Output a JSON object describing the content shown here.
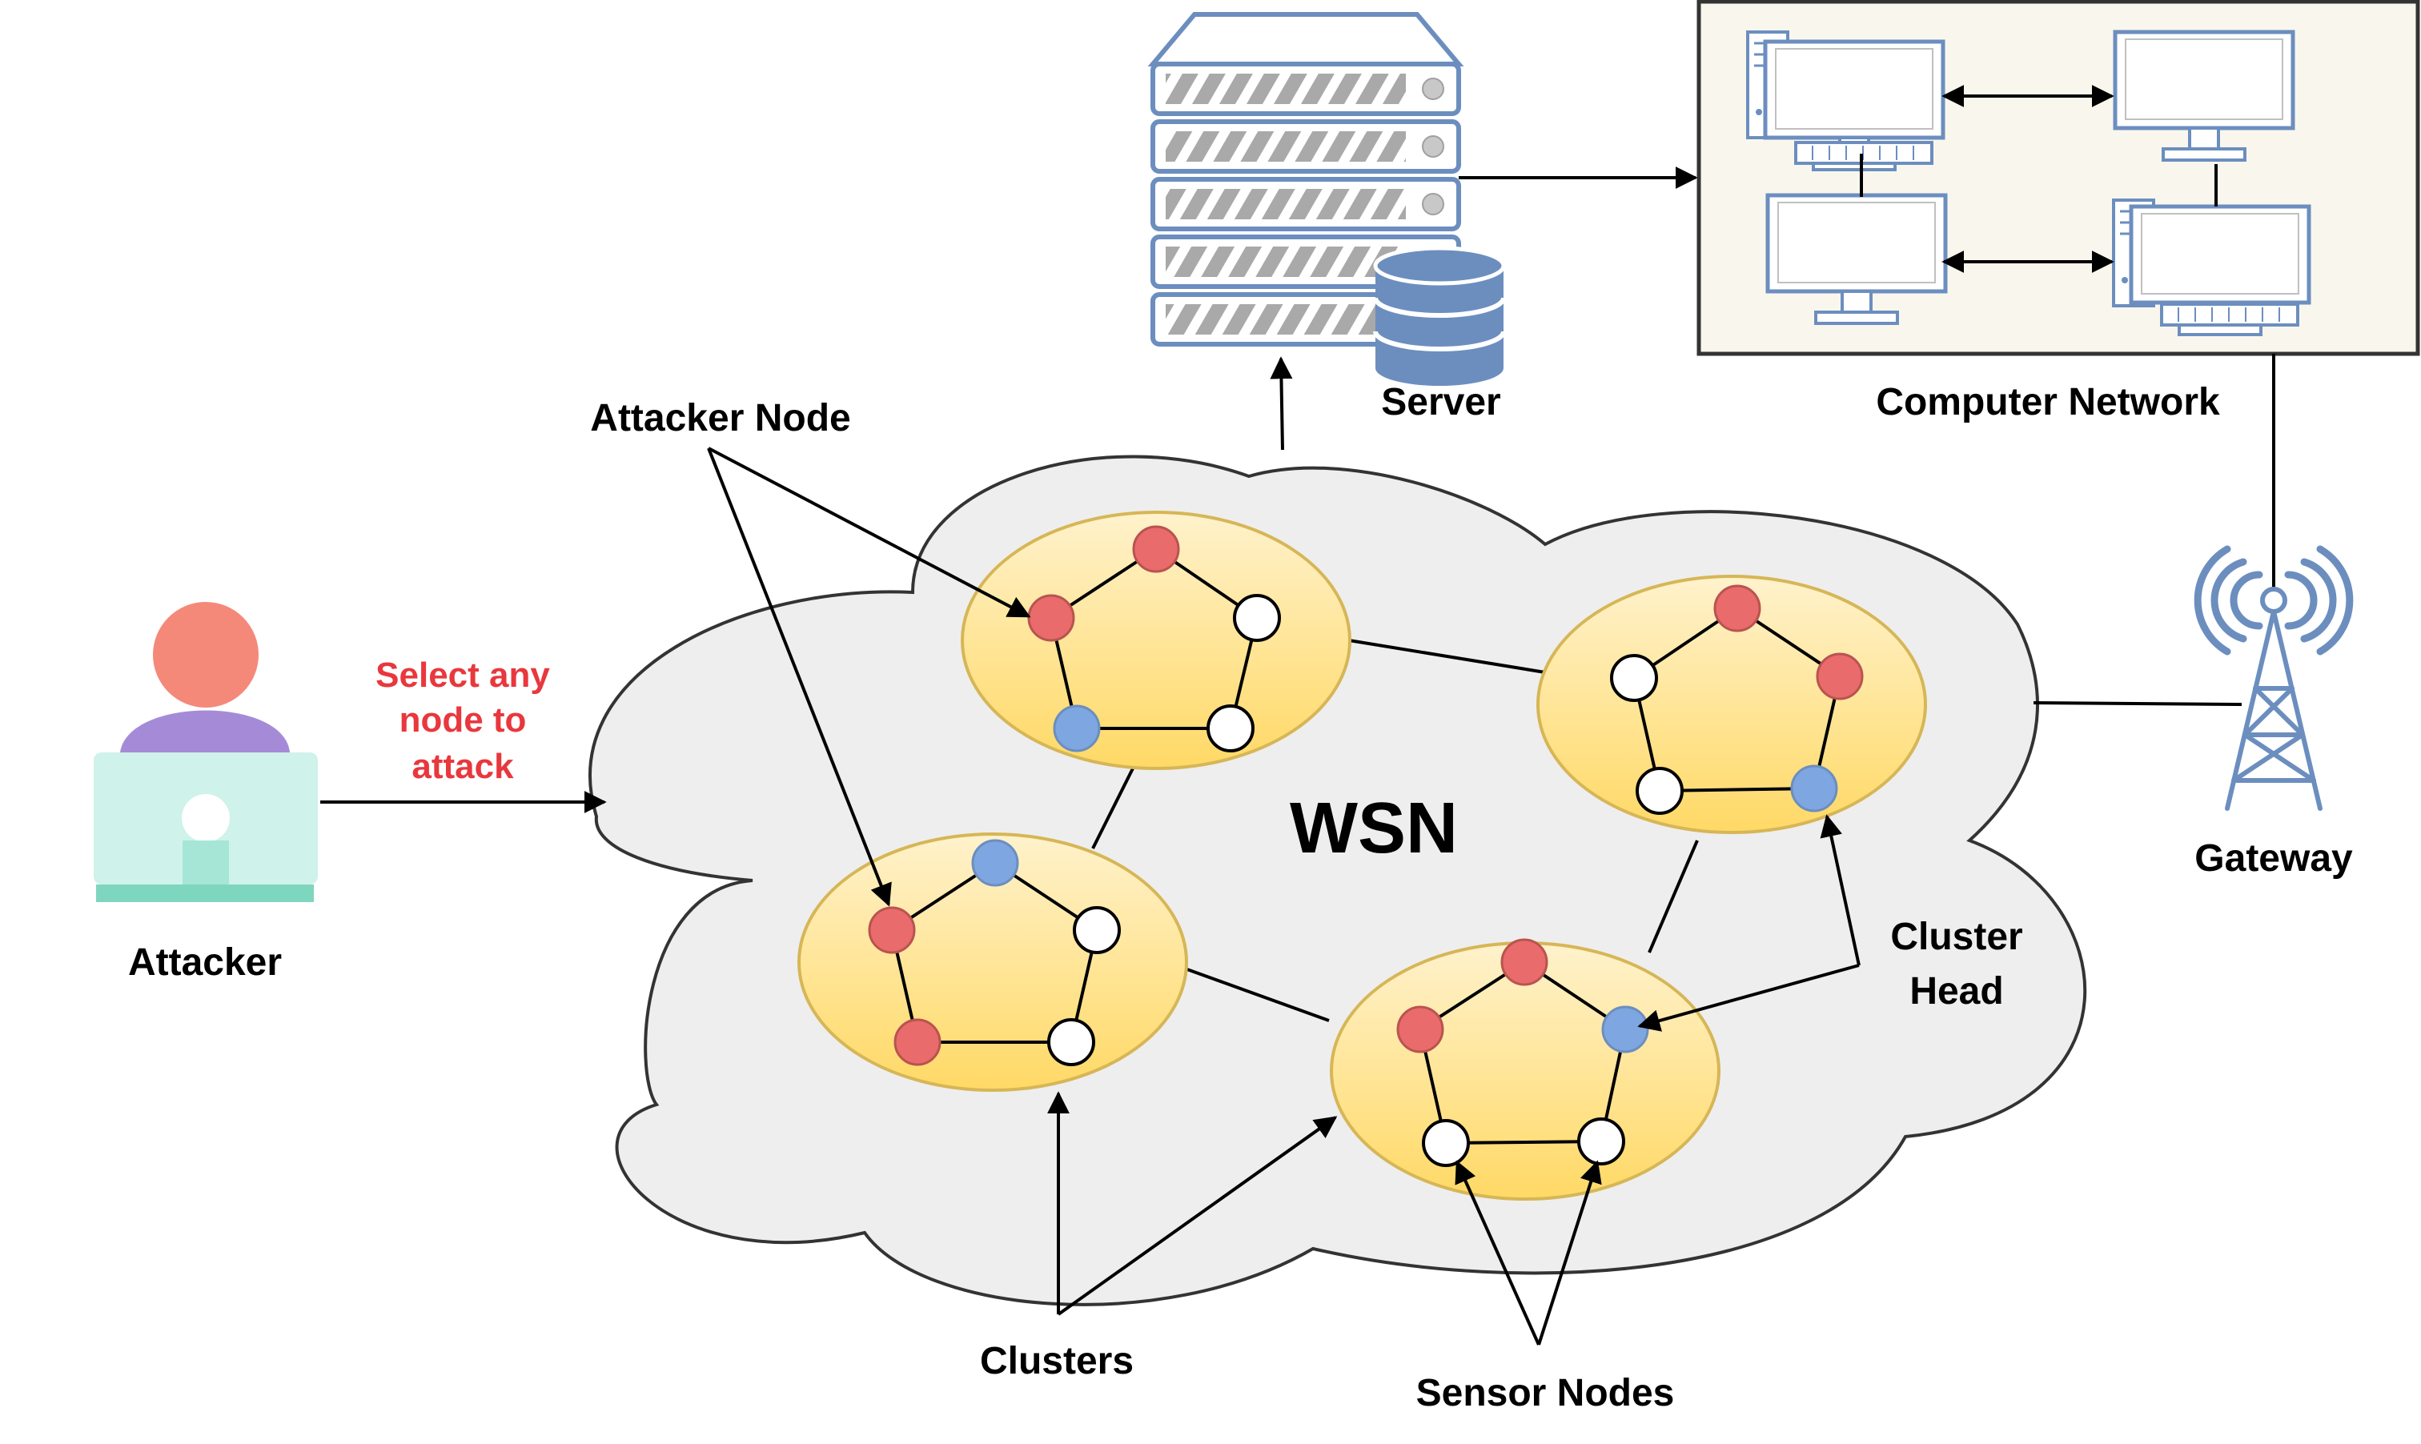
{
  "colors": {
    "cloud_fill": "#eeeeee",
    "cluster_fill": "#ffe28a",
    "cluster_stroke": "#d6b656",
    "attacker_node": "#ea6b6b",
    "cluster_head_node": "#7ea6e0",
    "sensor_node": "#ffffff",
    "equipment_blue": "#6c8ebf",
    "network_box_fill": "#f9f7ed",
    "red_text": "#e8383d"
  },
  "labels": {
    "attacker": "Attacker",
    "select_line1": "Select any",
    "select_line2": "node to",
    "select_line3": "attack",
    "attacker_node": "Attacker Node",
    "server": "Server",
    "computer_network": "Computer Network",
    "wsn": "WSN",
    "gateway": "Gateway",
    "cluster_head_line1": "Cluster",
    "cluster_head_line2": "Head",
    "clusters": "Clusters",
    "sensor_nodes": "Sensor Nodes"
  },
  "icons": [
    "attacker-person-icon",
    "laptop-icon",
    "server-rack-icon",
    "database-icon",
    "desktop-computer-icon",
    "antenna-tower-icon"
  ],
  "clusters": [
    {
      "name": "top",
      "nodes": [
        "attacker",
        "sensor",
        "sensor",
        "cluster-head",
        "attacker"
      ]
    },
    {
      "name": "right",
      "nodes": [
        "attacker",
        "attacker",
        "cluster-head",
        "sensor",
        "sensor"
      ]
    },
    {
      "name": "left",
      "nodes": [
        "cluster-head",
        "sensor",
        "sensor",
        "attacker",
        "attacker"
      ]
    },
    {
      "name": "bottom",
      "nodes": [
        "attacker",
        "cluster-head",
        "sensor",
        "sensor",
        "attacker"
      ]
    }
  ]
}
